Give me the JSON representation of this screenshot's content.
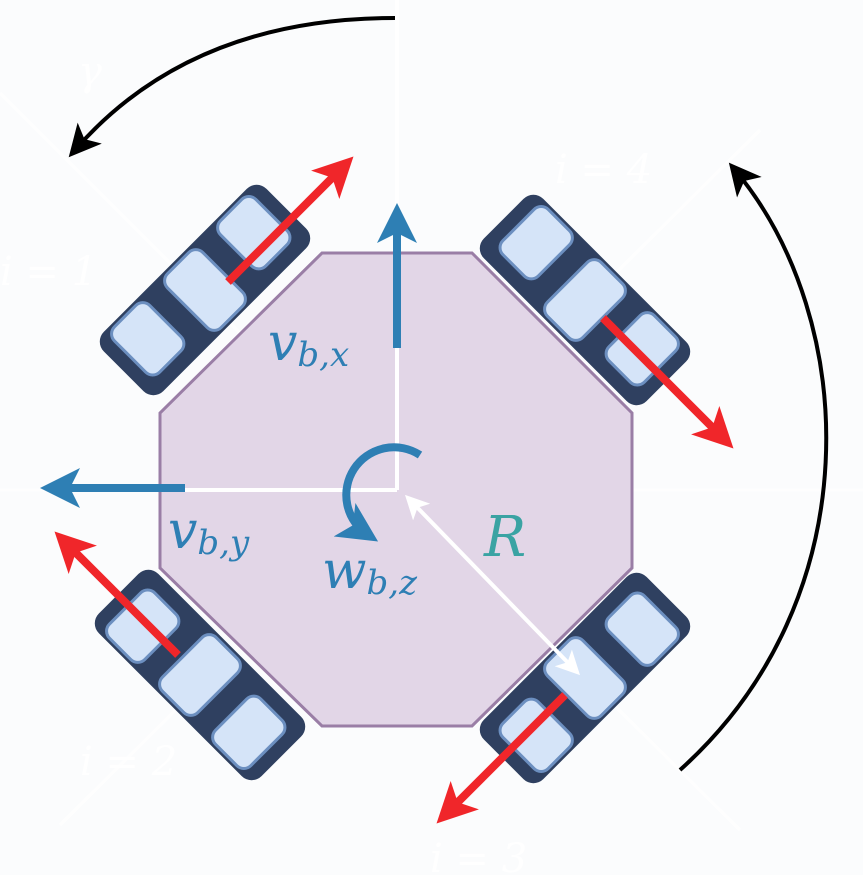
{
  "labels": {
    "v_bx": "v",
    "v_bx_sub": "b,x",
    "v_by": "v",
    "v_by_sub": "b,y",
    "w_bz": "w",
    "w_bz_sub": "b,z",
    "radius": "R",
    "gamma": "γ",
    "wheel_1": "i = 1",
    "wheel_2": "i = 2",
    "wheel_3": "i = 3",
    "wheel_4": "i = 4"
  },
  "colors": {
    "background": "#fbfcfd",
    "chassis_fill": "#e2d6e7",
    "chassis_stroke": "#9a7ea6",
    "wheel_hub": "#2f4060",
    "roller_fill": "#d5e4f8",
    "roller_stroke": "#6c8fc0",
    "roller_dark": "#2f4060",
    "velocity_arrow": "#2e7fb4",
    "wheel_arrow": "#f0262a",
    "radius_label": "#3aa3a3",
    "rotation_arrow": "#000000",
    "axes": "#ffffff"
  }
}
